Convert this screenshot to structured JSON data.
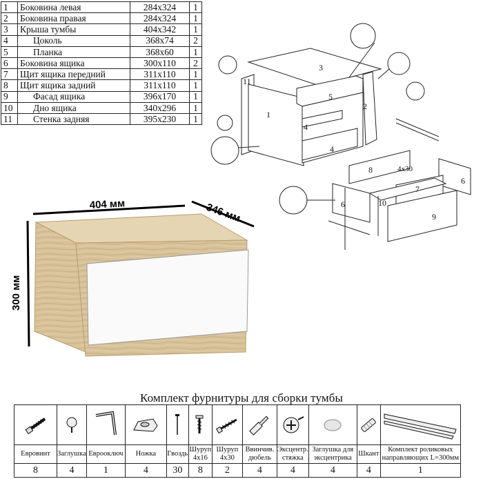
{
  "parts": [
    {
      "n": "1",
      "name": "Боковина левая",
      "size": "284х324",
      "qty": "1",
      "indent": false
    },
    {
      "n": "2",
      "name": "Боковина правая",
      "size": "284х324",
      "qty": "1",
      "indent": false
    },
    {
      "n": "3",
      "name": "Крыша тумбы",
      "size": "404х342",
      "qty": "1",
      "indent": false
    },
    {
      "n": "4",
      "name": "Цоколь",
      "size": "368х74",
      "qty": "2",
      "indent": true
    },
    {
      "n": "5",
      "name": "Планка",
      "size": "368х60",
      "qty": "1",
      "indent": true
    },
    {
      "n": "6",
      "name": "Боковина ящика",
      "size": "300х110",
      "qty": "2",
      "indent": false
    },
    {
      "n": "7",
      "name": "Щит ящика передний",
      "size": "311х110",
      "qty": "1",
      "indent": false
    },
    {
      "n": "8",
      "name": "Щит ящика задний",
      "size": "311х110",
      "qty": "1",
      "indent": false
    },
    {
      "n": "9",
      "name": "Фасад ящика",
      "size": "396х170",
      "qty": "1",
      "indent": true
    },
    {
      "n": "10",
      "name": "Дно ящика",
      "size": "340х296",
      "qty": "1",
      "indent": true
    },
    {
      "n": "11",
      "name": "Стенка задняя",
      "size": "395х230",
      "qty": "1",
      "indent": true
    }
  ],
  "diagram": {
    "labels": [
      "3",
      "5",
      "2",
      "1",
      "11",
      "4",
      "4",
      "8",
      "6",
      "7",
      "6",
      "10",
      "9"
    ],
    "screw_label": "4х30"
  },
  "product": {
    "width": "404 мм",
    "depth": "346 мм",
    "height": "300 мм"
  },
  "hardware": {
    "title": "Комплект фурнитуры для сборки тумбы",
    "items": [
      {
        "icon": "euro-screw-icon",
        "label": "Евровинт",
        "count": "8"
      },
      {
        "icon": "cap-plug-icon",
        "label": "Заглушка",
        "count": "4"
      },
      {
        "icon": "hex-key-icon",
        "label": "Еврооключ",
        "count": "1"
      },
      {
        "icon": "furniture-foot-icon",
        "label": "Ножка",
        "count": "4"
      },
      {
        "icon": "nail-icon",
        "label": "Гвоздь",
        "count": "30"
      },
      {
        "icon": "screw-4x16-icon",
        "label": "Шуруп 4х16",
        "count": "8"
      },
      {
        "icon": "screw-4x30-icon",
        "label": "Шуруп 4х30",
        "count": "2"
      },
      {
        "icon": "dowel-icon",
        "label": "Ввинчив. дюбель",
        "count": "4"
      },
      {
        "icon": "cam-lock-icon",
        "label": "Эксцентр. стяжка",
        "count": "4"
      },
      {
        "icon": "cam-cap-icon",
        "label": "Заглушка для эксцентрика",
        "count": "4"
      },
      {
        "icon": "wood-dowel-icon",
        "label": "Шкант",
        "count": "4"
      },
      {
        "icon": "drawer-slides-icon",
        "label": "Комплект роликовых направляющих L=300мм",
        "count": "1"
      }
    ]
  }
}
